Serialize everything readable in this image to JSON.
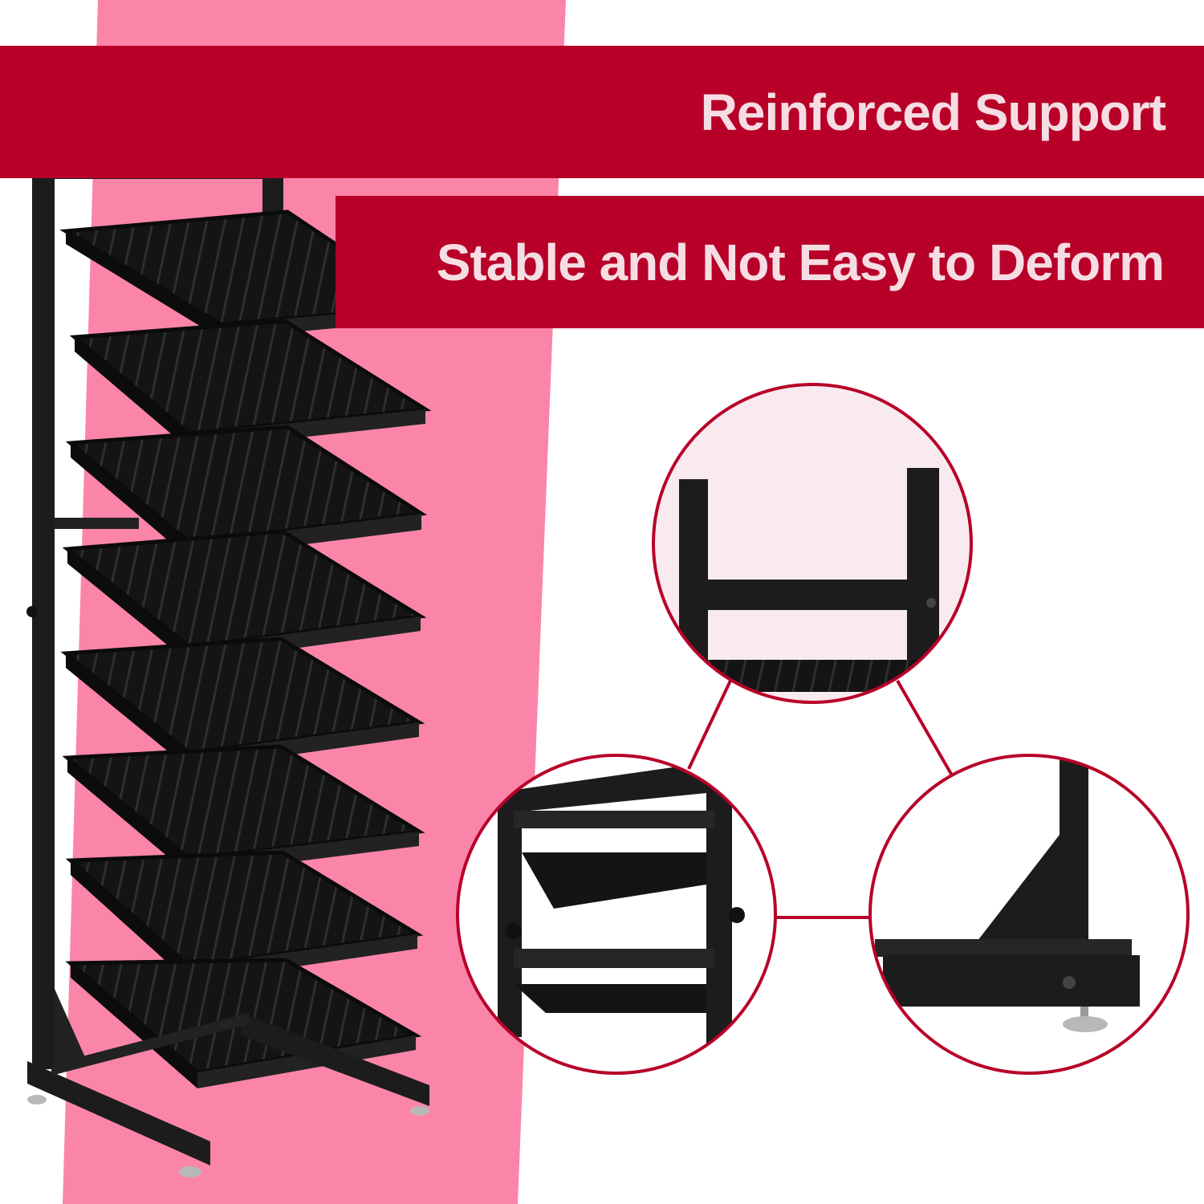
{
  "headline": {
    "primary": "Reinforced Support",
    "secondary": "Stable and Not Easy to Deform"
  },
  "colors": {
    "pink_band": "#fb85a9",
    "banner_red": "#b80029",
    "banner_text": "#f6dde3",
    "rack_black": "#1a1a1a",
    "connector_line": "#b80029"
  },
  "product": {
    "tiers": 8,
    "detail_callouts": [
      "top-crossbar-icon",
      "side-knob-adjuster-icon",
      "base-bracket-foot-icon"
    ]
  }
}
